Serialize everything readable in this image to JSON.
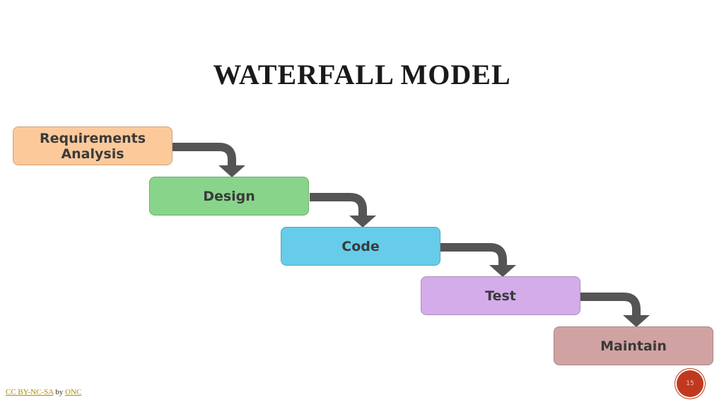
{
  "slide": {
    "title": "WATERFALL MODEL"
  },
  "stages": [
    {
      "label": "Requirements\nAnalysis",
      "color": "#fcc99b"
    },
    {
      "label": "Design",
      "color": "#88d48a"
    },
    {
      "label": "Code",
      "color": "#66ccea"
    },
    {
      "label": "Test",
      "color": "#d4acea"
    },
    {
      "label": "Maintain",
      "color": "#d1a2a2"
    }
  ],
  "arrow_color": "#555555",
  "footer": {
    "license_label": "CC BY-NC-SA",
    "by_text": "by",
    "author_label": "ONC"
  },
  "page_number": "15"
}
